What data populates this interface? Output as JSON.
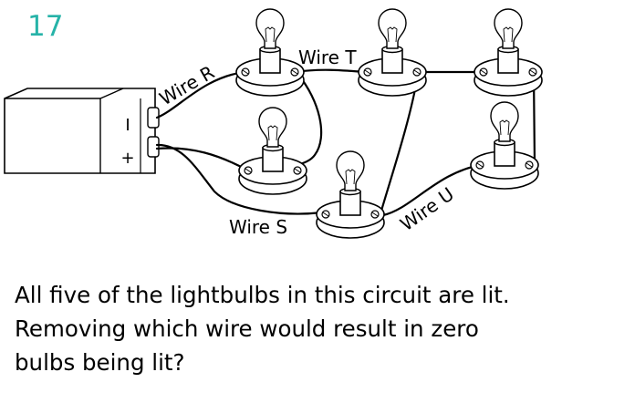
{
  "question_number": "17",
  "accent_color": "#26b3a8",
  "battery": {
    "minus_sign": "I",
    "plus_sign": "+"
  },
  "wire_labels": {
    "r": "Wire R",
    "s": "Wire S",
    "t": "Wire T",
    "u": "Wire U"
  },
  "question_lines": [
    "All five of the lightbulbs in this circuit are lit.",
    "Removing which wire would result in zero",
    "bulbs being lit?"
  ]
}
